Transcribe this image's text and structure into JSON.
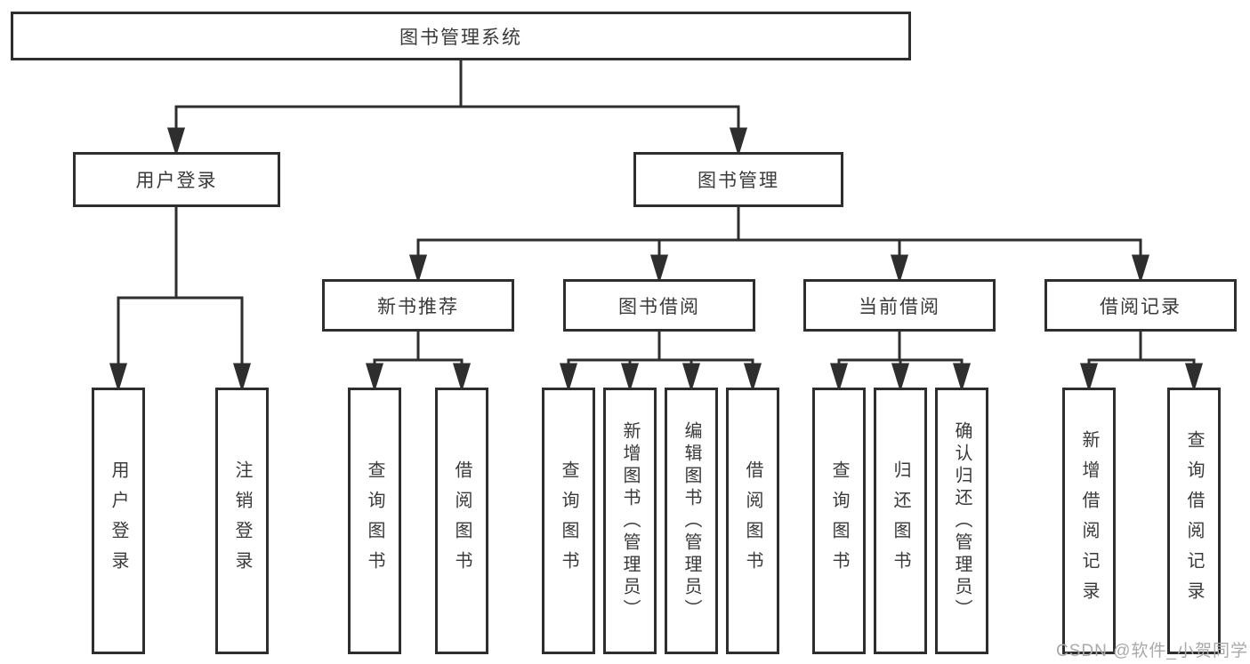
{
  "diagram": {
    "type": "tree",
    "root": {
      "label": "图书管理系统"
    },
    "branches": [
      {
        "label": "用户登录",
        "children": [
          {
            "label": "用户登录"
          },
          {
            "label": "注销登录"
          }
        ]
      },
      {
        "label": "图书管理",
        "children": [
          {
            "label": "新书推荐",
            "children": [
              {
                "label": "查询图书"
              },
              {
                "label": "借阅图书"
              }
            ]
          },
          {
            "label": "图书借阅",
            "children": [
              {
                "label": "查询图书"
              },
              {
                "label": "新增图书（管理员）"
              },
              {
                "label": "编辑图书（管理员）"
              },
              {
                "label": "借阅图书"
              }
            ]
          },
          {
            "label": "当前借阅",
            "children": [
              {
                "label": "查询图书"
              },
              {
                "label": "归还图书"
              },
              {
                "label": "确认归还（管理员）"
              }
            ]
          },
          {
            "label": "借阅记录",
            "children": [
              {
                "label": "新增借阅记录"
              },
              {
                "label": "查询借阅记录"
              }
            ]
          }
        ]
      }
    ]
  },
  "watermark": {
    "text": "CSDN @软件_小贺同学"
  },
  "colors": {
    "background": "#ffffff",
    "box_border": "#2e2e2e",
    "connector": "#2e2e2e",
    "text": "#3a3a3a",
    "watermark_text": "#a9a9a9"
  }
}
